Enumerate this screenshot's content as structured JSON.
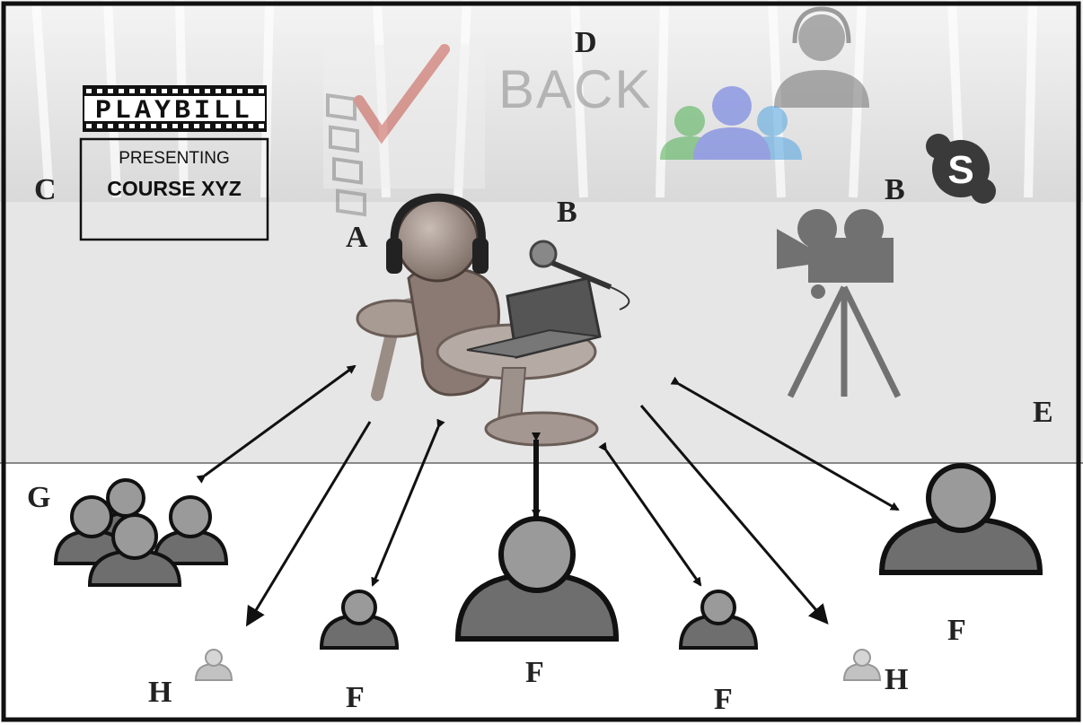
{
  "playbill": {
    "brand": "PLAYBILL",
    "line1": "PRESENTING",
    "line2": "COURSE XYZ"
  },
  "backdrop_text": "BACK",
  "labels": {
    "A": "A",
    "B_mic": "B",
    "B_skype": "B",
    "C": "C",
    "D": "D",
    "E": "E",
    "G": "G",
    "H_left": "H",
    "H_right": "H",
    "F1": "F",
    "F2": "F",
    "F3": "F",
    "F4": "F"
  },
  "skype_letter": "S",
  "icons": [
    "checklist-icon",
    "headset-user-icon",
    "group-users-icon",
    "skype-icon",
    "video-camera-icon",
    "presenter-icon",
    "microphone-icon",
    "group-icon",
    "person-icon"
  ],
  "colors": {
    "stage_floor": "#e3e3e3",
    "audience_bg": "#ffffff",
    "person_fill": "#6e6e6e",
    "person_head": "#9a9a9a",
    "check_red": "#c0392b"
  }
}
